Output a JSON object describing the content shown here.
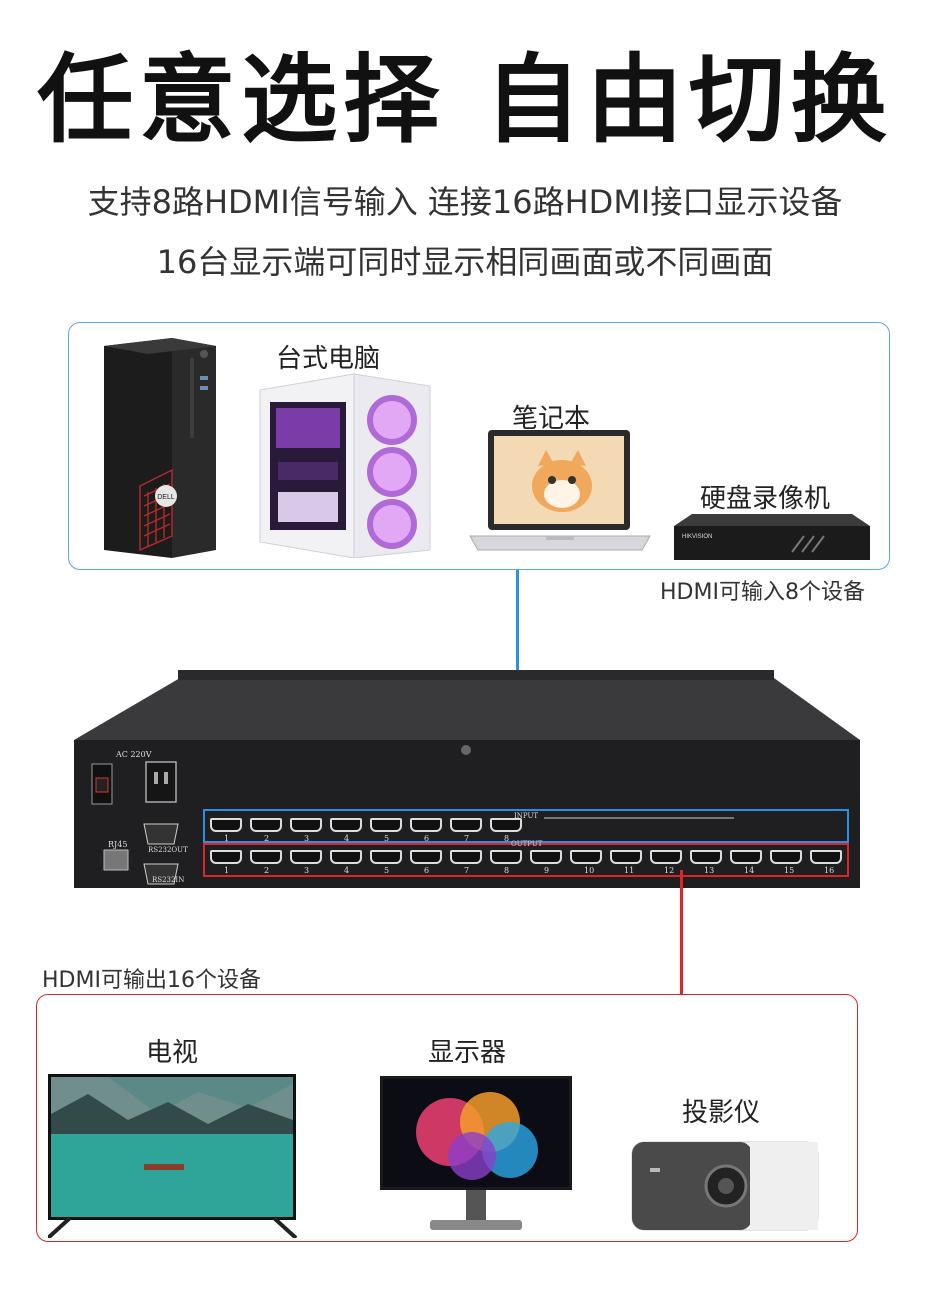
{
  "headline": "任意选择 自由切换",
  "subtitle_1": "支持8路HDMI信号输入 连接16路HDMI接口显示设备",
  "subtitle_2": "16台显示端可同时显示相同画面或不同画面",
  "inputs": {
    "desktop_label": "台式电脑",
    "laptop_label": "笔记本",
    "nvr_label": "硬盘录像机",
    "note": "HDMI可输入8个设备"
  },
  "matrix": {
    "power_label": "AC  220V",
    "rj45_label": "RJ45",
    "rs232_out_label": "RS232OUT",
    "rs232_in_label": "RS232IN",
    "input_label": "INPUT",
    "output_label": "OUTPUT",
    "input_ports": [
      "1",
      "2",
      "3",
      "4",
      "5",
      "6",
      "7",
      "8"
    ],
    "output_ports": [
      "1",
      "2",
      "3",
      "4",
      "5",
      "6",
      "7",
      "8",
      "9",
      "10",
      "11",
      "12",
      "13",
      "14",
      "15",
      "16"
    ],
    "dell_label": "DELL",
    "hik_label": "HIKVISION"
  },
  "outputs": {
    "note": "HDMI可输出16个设备",
    "tv_label": "电视",
    "monitor_label": "显示器",
    "projector_label": "投影仪"
  },
  "colors": {
    "input_accent": "#2b8fe6",
    "output_accent": "#d8262b"
  }
}
